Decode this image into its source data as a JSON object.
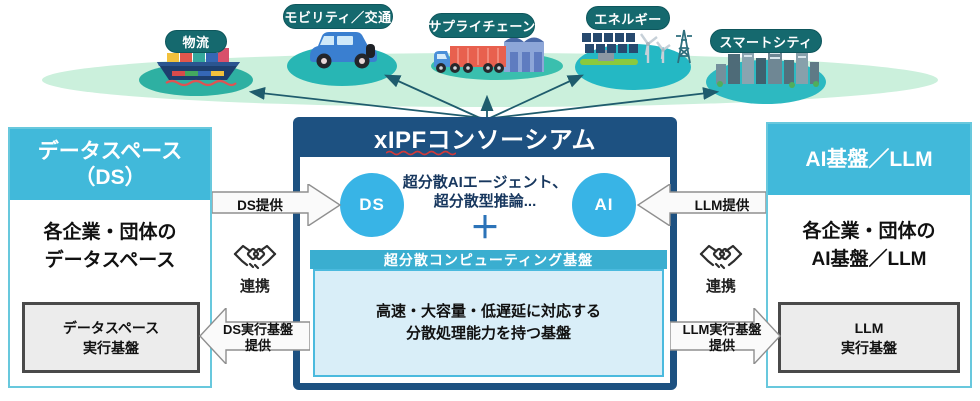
{
  "industries": [
    {
      "label": "物流"
    },
    {
      "label": "モビリティ／交通"
    },
    {
      "label": "サプライチェーン"
    },
    {
      "label": "エネルギー"
    },
    {
      "label": "スマートシティ"
    }
  ],
  "center": {
    "title": "xIPFコンソーシアム",
    "ds_badge": "DS",
    "ai_badge": "AI",
    "agent_line1": "超分散AIエージェント、",
    "agent_line2": "超分散型推論...",
    "plus": "＋",
    "computing_title": "超分散コンピューティング基盤",
    "computing_desc_line1": "高速・大容量・低遅延に対応する",
    "computing_desc_line2": "分散処理能力を持つ基盤"
  },
  "left_panel": {
    "title_line1": "データスペース",
    "title_line2": "（DS）",
    "body_line1": "各企業・団体の",
    "body_line2": "データスペース",
    "exec_line1": "データスペース",
    "exec_line2": "実行基盤"
  },
  "right_panel": {
    "title": "AI基盤／LLM",
    "body_line1": "各企業・団体の",
    "body_line2": "AI基盤／LLM",
    "exec_line1": "LLM",
    "exec_line2": "実行基盤"
  },
  "connectors": {
    "ds_provide": "DS提供",
    "llm_provide": "LLM提供",
    "ds_exec_line1": "DS実行基盤",
    "ds_exec_line2": "提供",
    "llm_exec_line1": "LLM実行基盤",
    "llm_exec_line2": "提供",
    "left_link": "連携",
    "right_link": "連携"
  },
  "colors": {
    "consortium_navy": "#1d5181",
    "panel_cyan": "#41b9da",
    "node_circle_blue": "#38b4e6",
    "computing_bar_blue": "#3aaed0",
    "computing_box_bg": "#d9eef8",
    "industry_pill_teal": "#15696e",
    "industry_ellipse_teal": "#2cb5ae",
    "mint_band_green": "#cbf0dc",
    "plus_blue": "#2c73b8",
    "exec_box_gray": "#ececec",
    "connector_line_teal": "#1f5c6d",
    "spellcheck_red": "#d03a3a"
  }
}
